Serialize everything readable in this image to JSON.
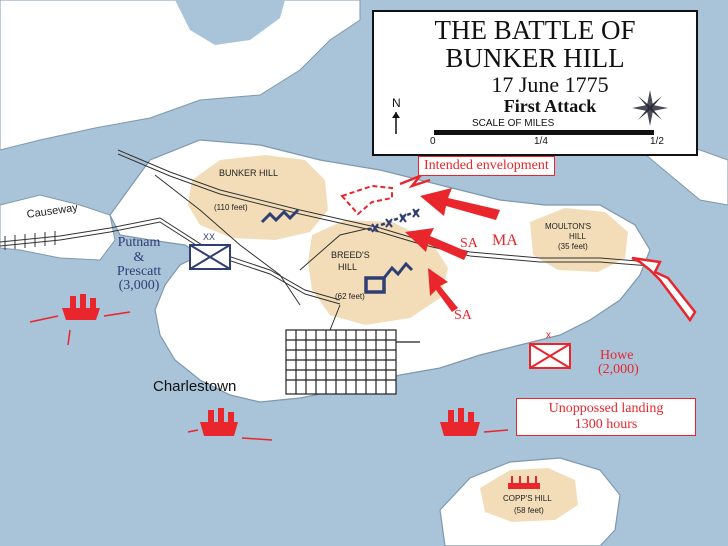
{
  "title_box": {
    "title_line1": "THE BATTLE OF",
    "title_line2": "BUNKER HILL",
    "date": "17 June 1775",
    "subtitle": "First Attack",
    "scale_label": "SCALE OF MILES",
    "scale_ticks": [
      "0",
      "1/4",
      "1/2"
    ],
    "north": "N"
  },
  "places": {
    "bunker_hill": "BUNKER HILL",
    "bunker_hill_elev": "(110 feet)",
    "breeds_hill_1": "BREED'S",
    "breeds_hill_2": "HILL",
    "breeds_hill_elev": "(62 feet)",
    "moultons_1": "MOULTON'S",
    "moultons_2": "HILL",
    "moultons_elev": "(35 feet)",
    "copps_1": "COPP'S HILL",
    "copps_elev": "(58 feet)",
    "charlestown": "Charlestown",
    "causeway": "Causeway"
  },
  "units": {
    "american_echelon": "XX",
    "american_name_1": "Putnam",
    "american_name_2": "&",
    "american_name_3": "Prescatt",
    "american_strength": "(3,000)",
    "british_echelon": "x",
    "british_name": "Howe",
    "british_strength": "(2,000)",
    "sa_1": "SA",
    "sa_2": "SA",
    "ma": "MA"
  },
  "annotations": {
    "envelopment": "Intended envelopment",
    "landing_1": "Unoppossed landing",
    "landing_2": "1300 hours"
  },
  "colors": {
    "water": "#a9c3d9",
    "land": "#ffffff",
    "hill": "#f2ddb8",
    "british": "#e8262c",
    "american": "#2f3e73",
    "coast": "#7f98ad"
  }
}
